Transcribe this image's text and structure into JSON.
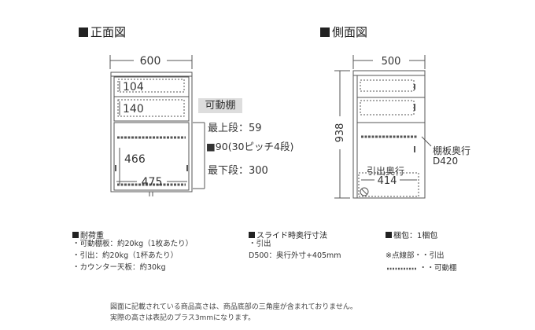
{
  "front_view": {
    "title": "正面図",
    "width": "600",
    "dim_upper_drawer": "104",
    "dim_lower_drawer": "140",
    "dim_inner_height": "466",
    "dim_inner_width": "475"
  },
  "side_view": {
    "title": "側面図",
    "depth": "500",
    "height": "938",
    "shelf_depth_label": "棚板奥行",
    "shelf_depth_value": "D420",
    "drawer_depth_label": "引出奥行",
    "drawer_depth_value": "414"
  },
  "adjustable_shelf": {
    "label": "可動棚",
    "top": "最上段：59",
    "pitch": "■90(30ピッチ4段)",
    "bottom": "最下段：300"
  },
  "load": {
    "title": "耐荷重",
    "lines": [
      "・可動棚板：約20kg（1枚あたり）",
      "・引出：約20kg（1杯あたり）",
      "・カウンター天板：約30kg"
    ]
  },
  "slide": {
    "title": "スライド時奥行寸法",
    "lines": [
      "・引出",
      "D500：奥行外寸+405mm"
    ]
  },
  "packaging": {
    "title": "梱包：1梱包"
  },
  "legend": {
    "dotted": "※点線部・・引出",
    "dashed": "・・可動棚"
  },
  "footnote": {
    "line1": "図面に記載されている商品高さは、商品底部の三角座が含まれておりません。",
    "line2": "実際の高さは表記のプラス3mmになります。"
  },
  "colors": {
    "line": "#555555",
    "text": "#333333",
    "shelf_label_bg": "#dddddd",
    "background": "#ffffff"
  }
}
